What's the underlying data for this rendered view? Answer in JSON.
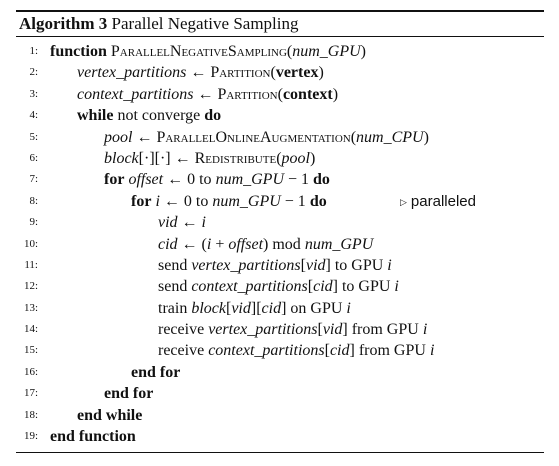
{
  "caption": {
    "label": "Algorithm 3",
    "title": "Parallel Negative Sampling"
  },
  "lines": [
    {
      "n": "1:",
      "indent": 0,
      "segs": [
        [
          "kw",
          "function"
        ],
        [
          "t",
          " "
        ],
        [
          "sc",
          "ParallelNegativeSampling"
        ],
        [
          "t",
          "("
        ],
        [
          "v",
          "num_GPU"
        ],
        [
          "t",
          ")"
        ]
      ]
    },
    {
      "n": "2:",
      "indent": 1,
      "segs": [
        [
          "v",
          "vertex_partitions"
        ],
        [
          "t",
          " ← "
        ],
        [
          "sc",
          "Partition"
        ],
        [
          "t",
          "("
        ],
        [
          "kw",
          "vertex"
        ],
        [
          "t",
          ")"
        ]
      ]
    },
    {
      "n": "3:",
      "indent": 1,
      "segs": [
        [
          "v",
          "context_partitions"
        ],
        [
          "t",
          " ← "
        ],
        [
          "sc",
          "Partition"
        ],
        [
          "t",
          "("
        ],
        [
          "kw",
          "context"
        ],
        [
          "t",
          ")"
        ]
      ]
    },
    {
      "n": "4:",
      "indent": 1,
      "segs": [
        [
          "kw",
          "while"
        ],
        [
          "t",
          " not converge "
        ],
        [
          "kw",
          "do"
        ]
      ]
    },
    {
      "n": "5:",
      "indent": 2,
      "segs": [
        [
          "v",
          "pool"
        ],
        [
          "t",
          " ← "
        ],
        [
          "sc",
          "ParallelOnlineAugmentation"
        ],
        [
          "t",
          "("
        ],
        [
          "v",
          "num_CPU"
        ],
        [
          "t",
          ")"
        ]
      ]
    },
    {
      "n": "6:",
      "indent": 2,
      "segs": [
        [
          "v",
          "block"
        ],
        [
          "t",
          "[·][·] ← "
        ],
        [
          "sc",
          "Redistribute"
        ],
        [
          "t",
          "("
        ],
        [
          "v",
          "pool"
        ],
        [
          "t",
          ")"
        ]
      ]
    },
    {
      "n": "7:",
      "indent": 2,
      "segs": [
        [
          "kw",
          "for"
        ],
        [
          "t",
          " "
        ],
        [
          "v",
          "offset"
        ],
        [
          "t",
          " ← 0 to "
        ],
        [
          "v",
          "num_GPU"
        ],
        [
          "t",
          " − 1 "
        ],
        [
          "kw",
          "do"
        ]
      ]
    },
    {
      "n": "8:",
      "indent": 3,
      "segs": [
        [
          "kw",
          "for"
        ],
        [
          "t",
          " "
        ],
        [
          "v",
          "i"
        ],
        [
          "t",
          " ← 0 to "
        ],
        [
          "v",
          "num_GPU"
        ],
        [
          "t",
          " − 1 "
        ],
        [
          "kw",
          "do"
        ]
      ],
      "comment": "paralleled"
    },
    {
      "n": "9:",
      "indent": 4,
      "segs": [
        [
          "v",
          "vid"
        ],
        [
          "t",
          " ← "
        ],
        [
          "v",
          "i"
        ]
      ]
    },
    {
      "n": "10:",
      "indent": 4,
      "segs": [
        [
          "v",
          "cid"
        ],
        [
          "t",
          " ← ("
        ],
        [
          "v",
          "i"
        ],
        [
          "t",
          " + "
        ],
        [
          "v",
          "offset"
        ],
        [
          "t",
          ")  mod "
        ],
        [
          "v",
          "num_GPU"
        ]
      ]
    },
    {
      "n": "11:",
      "indent": 4,
      "segs": [
        [
          "t",
          "send "
        ],
        [
          "v",
          "vertex_partitions"
        ],
        [
          "t",
          "["
        ],
        [
          "v",
          "vid"
        ],
        [
          "t",
          "] to GPU "
        ],
        [
          "v",
          "i"
        ]
      ]
    },
    {
      "n": "12:",
      "indent": 4,
      "segs": [
        [
          "t",
          "send "
        ],
        [
          "v",
          "context_partitions"
        ],
        [
          "t",
          "["
        ],
        [
          "v",
          "cid"
        ],
        [
          "t",
          "] to GPU "
        ],
        [
          "v",
          "i"
        ]
      ]
    },
    {
      "n": "13:",
      "indent": 4,
      "segs": [
        [
          "t",
          "train "
        ],
        [
          "v",
          "block"
        ],
        [
          "t",
          "["
        ],
        [
          "v",
          "vid"
        ],
        [
          "t",
          "]["
        ],
        [
          "v",
          "cid"
        ],
        [
          "t",
          "] on GPU "
        ],
        [
          "v",
          "i"
        ]
      ]
    },
    {
      "n": "14:",
      "indent": 4,
      "segs": [
        [
          "t",
          "receive "
        ],
        [
          "v",
          "vertex_partitions"
        ],
        [
          "t",
          "["
        ],
        [
          "v",
          "vid"
        ],
        [
          "t",
          "] from GPU "
        ],
        [
          "v",
          "i"
        ]
      ]
    },
    {
      "n": "15:",
      "indent": 4,
      "segs": [
        [
          "t",
          "receive "
        ],
        [
          "v",
          "context_partitions"
        ],
        [
          "t",
          "["
        ],
        [
          "v",
          "cid"
        ],
        [
          "t",
          "] from GPU "
        ],
        [
          "v",
          "i"
        ]
      ]
    },
    {
      "n": "16:",
      "indent": 3,
      "segs": [
        [
          "kw",
          "end for"
        ]
      ]
    },
    {
      "n": "17:",
      "indent": 2,
      "segs": [
        [
          "kw",
          "end for"
        ]
      ]
    },
    {
      "n": "18:",
      "indent": 1,
      "segs": [
        [
          "kw",
          "end while"
        ]
      ]
    },
    {
      "n": "19:",
      "indent": 0,
      "segs": [
        [
          "kw",
          "end function"
        ]
      ]
    }
  ]
}
